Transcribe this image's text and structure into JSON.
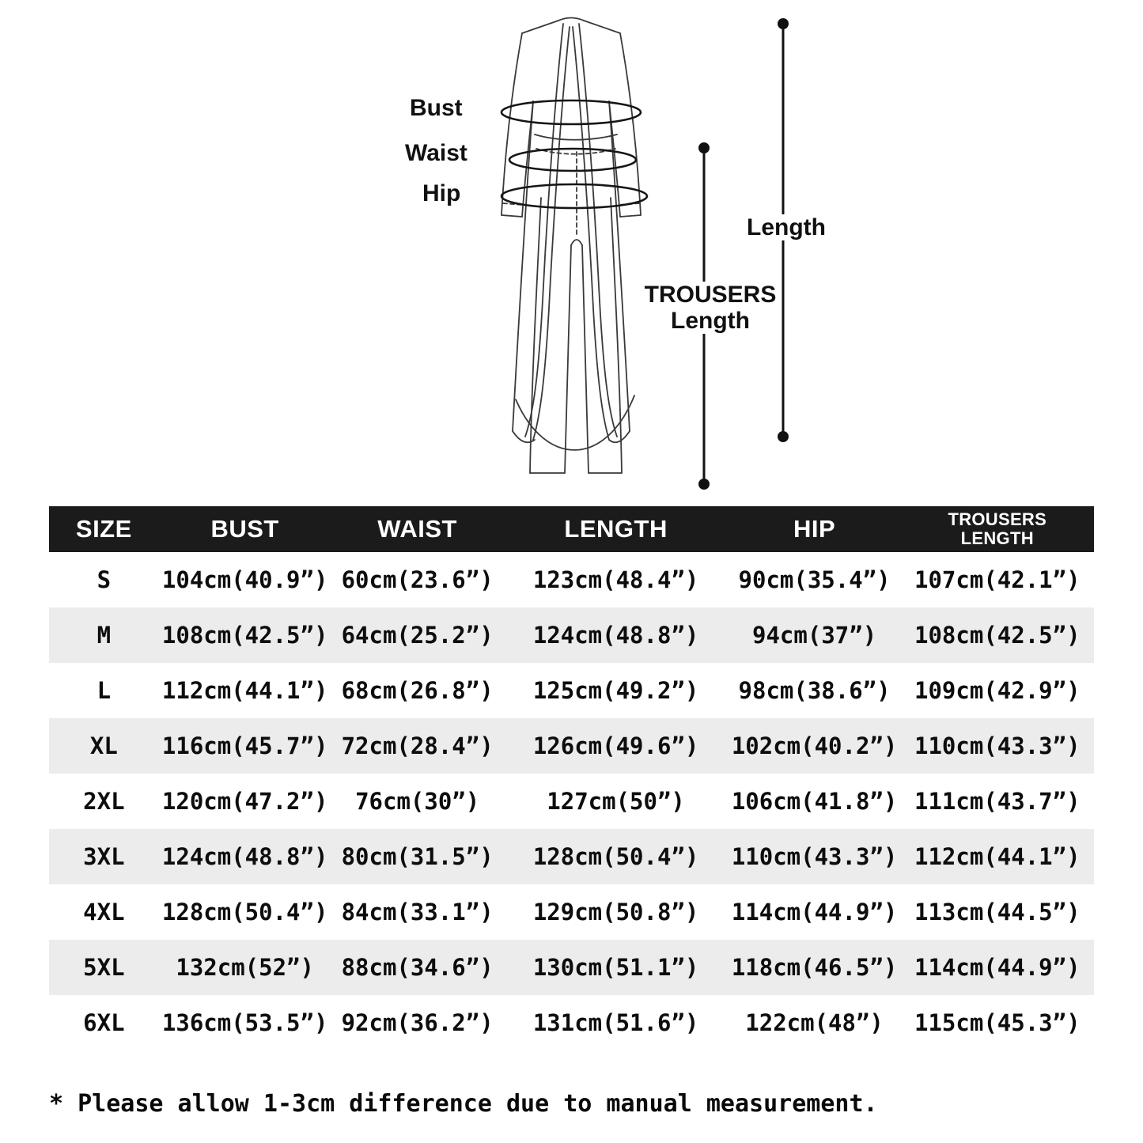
{
  "diagram": {
    "labels": {
      "bust": "Bust",
      "waist": "Waist",
      "hip": "Hip",
      "length": "Length",
      "trousers_line1": "TROUSERS",
      "trousers_line2": "Length"
    }
  },
  "table": {
    "headers": [
      "SIZE",
      "BUST",
      "WAIST",
      "LENGTH",
      "HIP",
      "TROUSERS\nLENGTH"
    ],
    "rows": [
      {
        "size": "S",
        "bust": "104cm(40.9”)",
        "waist": "60cm(23.6”)",
        "length": "123cm(48.4”)",
        "hip": "90cm(35.4”)",
        "trousers": "107cm(42.1”)"
      },
      {
        "size": "M",
        "bust": "108cm(42.5”)",
        "waist": "64cm(25.2”)",
        "length": "124cm(48.8”)",
        "hip": "94cm(37”)",
        "trousers": "108cm(42.5”)"
      },
      {
        "size": "L",
        "bust": "112cm(44.1”)",
        "waist": "68cm(26.8”)",
        "length": "125cm(49.2”)",
        "hip": "98cm(38.6”)",
        "trousers": "109cm(42.9”)"
      },
      {
        "size": "XL",
        "bust": "116cm(45.7”)",
        "waist": "72cm(28.4”)",
        "length": "126cm(49.6”)",
        "hip": "102cm(40.2”)",
        "trousers": "110cm(43.3”)"
      },
      {
        "size": "2XL",
        "bust": "120cm(47.2”)",
        "waist": "76cm(30”)",
        "length": "127cm(50”)",
        "hip": "106cm(41.8”)",
        "trousers": "111cm(43.7”)"
      },
      {
        "size": "3XL",
        "bust": "124cm(48.8”)",
        "waist": "80cm(31.5”)",
        "length": "128cm(50.4”)",
        "hip": "110cm(43.3”)",
        "trousers": "112cm(44.1”)"
      },
      {
        "size": "4XL",
        "bust": "128cm(50.4”)",
        "waist": "84cm(33.1”)",
        "length": "129cm(50.8”)",
        "hip": "114cm(44.9”)",
        "trousers": "113cm(44.5”)"
      },
      {
        "size": "5XL",
        "bust": "132cm(52”)",
        "waist": "88cm(34.6”)",
        "length": "130cm(51.1”)",
        "hip": "118cm(46.5”)",
        "trousers": "114cm(44.9”)"
      },
      {
        "size": "6XL",
        "bust": "136cm(53.5”)",
        "waist": "92cm(36.2”)",
        "length": "131cm(51.6”)",
        "hip": "122cm(48”)",
        "trousers": "115cm(45.3”)"
      }
    ]
  },
  "footnote": "* Please allow 1-3cm difference due to manual measurement.",
  "colors": {
    "header_bg": "#1b1b1b",
    "row_alt": "#ececec",
    "ink": "#0d0d0d"
  }
}
